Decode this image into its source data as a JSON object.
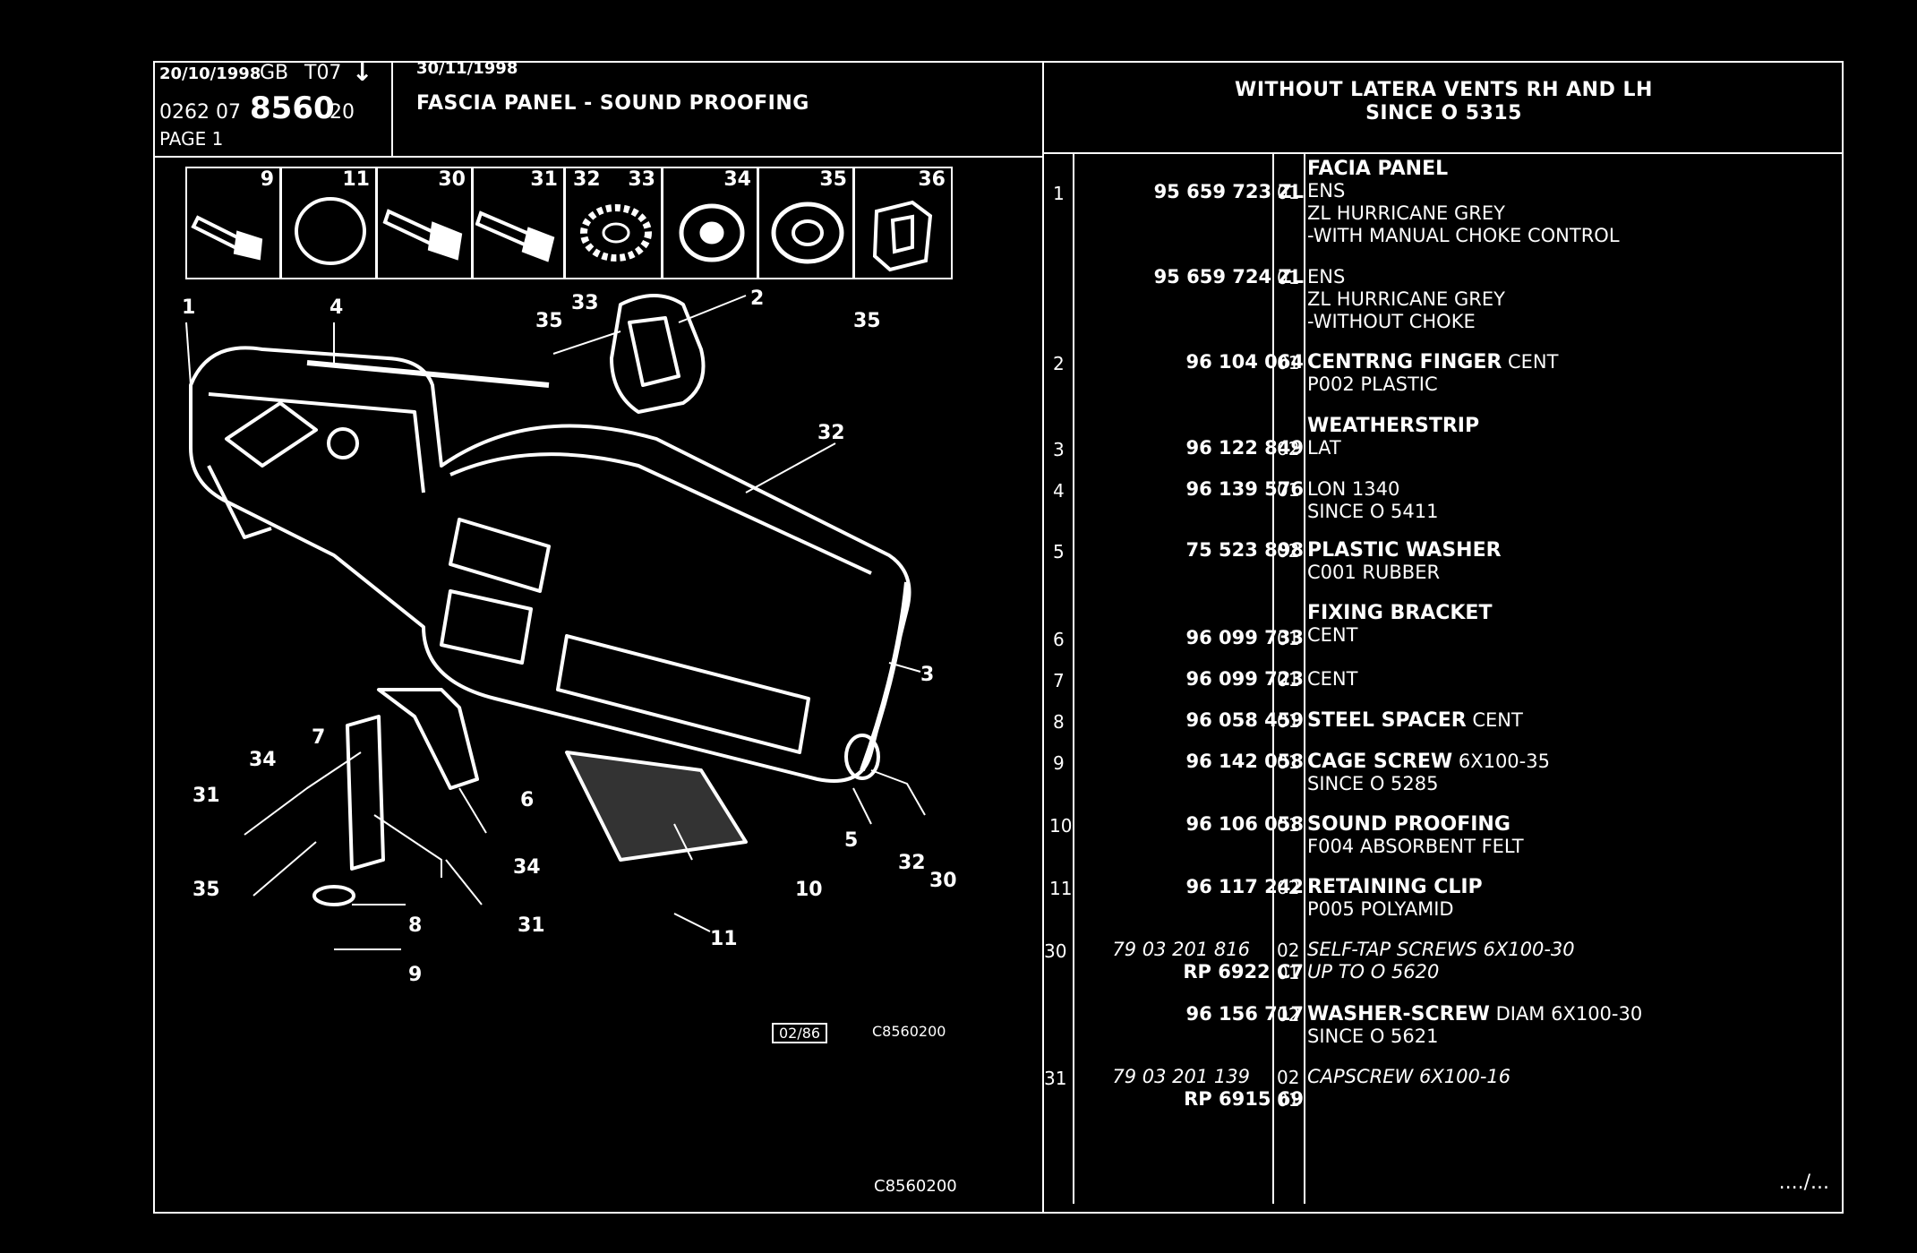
{
  "header": {
    "date1": "20/10/1998",
    "lang": "GB",
    "edition": "T07",
    "arrow": "↓",
    "date2": "30/11/1998",
    "code_prefix": "0262 07",
    "code_main": "8560",
    "code_suffix": "20",
    "page": "PAGE 1",
    "title": "FASCIA PANEL - SOUND PROOFING",
    "condition_line1": "WITHOUT LATERA VENTS RH AND LH",
    "condition_line2": "SINCE O  5315"
  },
  "icons": [
    {
      "num": "9",
      "icon": "bolt-icon"
    },
    {
      "num": "11",
      "icon": "cap-icon"
    },
    {
      "num": "30",
      "icon": "screw-icon"
    },
    {
      "num": "31",
      "icon": "capscrew-icon"
    },
    {
      "num": "32",
      "num2": "33",
      "icon": "lock-washer-icon"
    },
    {
      "num": "34",
      "icon": "washer-icon"
    },
    {
      "num": "35",
      "icon": "flat-washer-icon"
    },
    {
      "num": "36",
      "icon": "clip-icon"
    }
  ],
  "callouts": [
    "1",
    "4",
    "35",
    "33",
    "2",
    "32",
    "35",
    "3",
    "7",
    "34",
    "31",
    "6",
    "35",
    "34",
    "8",
    "31",
    "9",
    "10",
    "11",
    "5",
    "32",
    "30"
  ],
  "diagram_refs": {
    "ref1": "02/86",
    "ref2": "C8560200",
    "ref3": "C8560200"
  },
  "parts": [
    {
      "pos": "1",
      "ref": "95 659 723 ZL",
      "qty": "01",
      "title": "FACIA PANEL",
      "lines": [
        "ENS",
        "ZL HURRICANE GREY",
        "-WITH MANUAL CHOKE CONTROL"
      ]
    },
    {
      "pos": "",
      "ref": "95 659 724 ZL",
      "qty": "01",
      "title": "",
      "lines": [
        "ENS",
        "ZL HURRICANE GREY",
        "-WITHOUT CHOKE"
      ]
    },
    {
      "pos": "2",
      "ref": "96 104 064",
      "qty": "01",
      "title": "CENTRNG FINGER",
      "title_extra": " CENT",
      "lines": [
        "P002 PLASTIC"
      ]
    },
    {
      "pos": "3",
      "ref": "96 122 849",
      "qty": "02",
      "title": "WEATHERSTRIP",
      "lines": [
        "LAT"
      ]
    },
    {
      "pos": "4",
      "ref": "96 139 576",
      "qty": "01",
      "title": "",
      "lines": [
        "LON 1340",
        "SINCE O  5411"
      ]
    },
    {
      "pos": "5",
      "ref": "75 523 898",
      "qty": "02",
      "title": "PLASTIC WASHER",
      "lines": [
        "C001 RUBBER"
      ]
    },
    {
      "pos": "6",
      "ref": "96 099 733",
      "qty": "01",
      "title": "FIXING BRACKET",
      "lines": [
        "CENT"
      ]
    },
    {
      "pos": "7",
      "ref": "96 099 723",
      "qty": "01",
      "title": "",
      "lines": [
        "CENT"
      ]
    },
    {
      "pos": "8",
      "ref": "96 058 459",
      "qty": "01",
      "title": "STEEL SPACER",
      "title_extra": " CENT",
      "lines": []
    },
    {
      "pos": "9",
      "ref": "96 142 058",
      "qty": "01",
      "title": "CAGE SCREW",
      "title_extra": " 6X100-35",
      "lines": [
        "SINCE O  5285"
      ]
    },
    {
      "pos": "10",
      "ref": "96 106 058",
      "qty": "01",
      "title": "SOUND PROOFING",
      "lines": [
        "F004 ABSORBENT FELT"
      ]
    },
    {
      "pos": "11",
      "ref": "96 117 242",
      "qty": "02",
      "title": "RETAINING CLIP",
      "lines": [
        "P005 POLYAMID"
      ]
    },
    {
      "pos": "30",
      "ref_a": "79 03 201 816",
      "ref": "RP  6922 C7",
      "qty_a": "02",
      "qty": "01",
      "desc_a": "SELF-TAP SCREWS 6X100-30",
      "desc_b": "UP  TO  O  5620"
    },
    {
      "pos": "",
      "ref": "96 156 717",
      "qty": "02",
      "title": "WASHER-SCREW",
      "title_extra": " DIAM 6X100-30",
      "lines": [
        "SINCE O  5621"
      ]
    },
    {
      "pos": "31",
      "ref_a": "79 03 201 139",
      "ref": "RP  6915 69",
      "qty_a": "02",
      "qty": "01",
      "desc_a": "CAPSCREW 6X100-16",
      "desc_b": ""
    }
  ],
  "continued": "..../..."
}
